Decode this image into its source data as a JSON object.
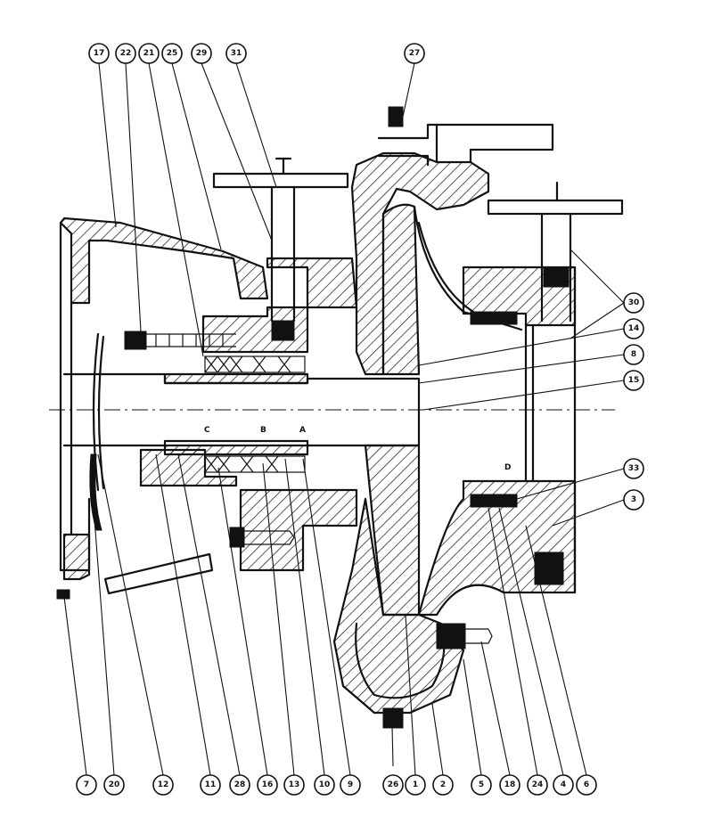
{
  "callouts": {
    "top": [
      "17",
      "22",
      "21",
      "25",
      "29",
      "31",
      "27"
    ],
    "right": [
      "30",
      "14",
      "8",
      "15",
      "33",
      "3"
    ],
    "bottom": [
      "7",
      "20",
      "12",
      "11",
      "28",
      "16",
      "13",
      "10",
      "9",
      "26",
      "1",
      "2",
      "5",
      "18",
      "24",
      "4",
      "6"
    ]
  },
  "section_marks": [
    "C",
    "B",
    "A",
    "D"
  ],
  "colors": {
    "line": "#111111",
    "background": "#ffffff"
  }
}
